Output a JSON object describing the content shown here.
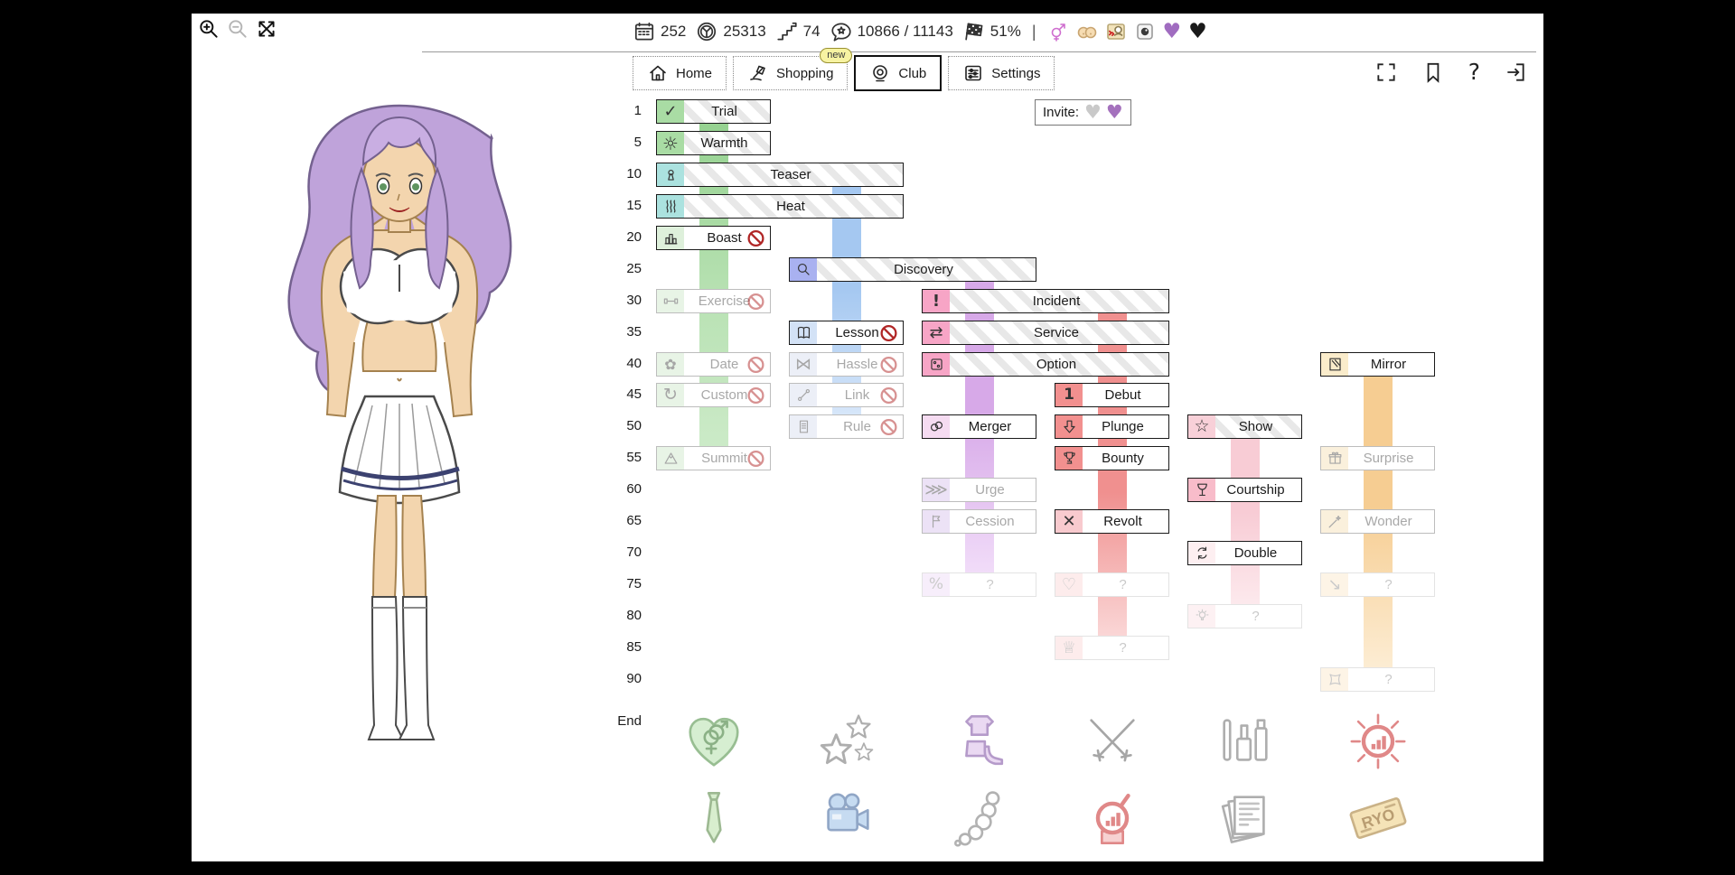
{
  "topbar": {
    "stats": [
      {
        "icon": "calendar-icon",
        "value": "252"
      },
      {
        "icon": "medal-icon",
        "value": "25313"
      },
      {
        "icon": "stairs-icon",
        "value": "74"
      },
      {
        "icon": "speech-star-icon",
        "value": "10866 / 11143"
      },
      {
        "icon": "checkered-flag-icon",
        "value": "51%"
      }
    ],
    "divider": "|",
    "indicators": [
      {
        "icon": "gender-icon"
      },
      {
        "icon": "bust-icon"
      },
      {
        "icon": "portrait-icon"
      },
      {
        "icon": "photo-icon"
      },
      {
        "icon": "purple-heart-icon",
        "glyph": "♥",
        "color": "#a06cc0"
      },
      {
        "icon": "black-heart-icon",
        "glyph": "♥",
        "color": "#1a1a1a"
      }
    ]
  },
  "nav": {
    "items": [
      {
        "label": "Home",
        "icon": "home-icon",
        "selected": false,
        "badge": ""
      },
      {
        "label": "Shopping",
        "icon": "shopping-icon",
        "selected": false,
        "badge": "new"
      },
      {
        "label": "Club",
        "icon": "webcam-icon",
        "selected": true,
        "badge": ""
      },
      {
        "label": "Settings",
        "icon": "settings-icon",
        "selected": false,
        "badge": ""
      }
    ],
    "actions": [
      {
        "icon": "fullscreen-icon"
      },
      {
        "icon": "bookmark-icon"
      },
      {
        "icon": "help-icon",
        "glyph": "?"
      },
      {
        "icon": "exit-icon"
      }
    ]
  },
  "viewer": {
    "controls": [
      {
        "icon": "zoom-in-icon",
        "dim": false
      },
      {
        "icon": "zoom-out-icon",
        "dim": true
      },
      {
        "icon": "fit-icon",
        "dim": false
      }
    ]
  },
  "invite": {
    "label": "Invite:",
    "hearts": [
      {
        "color": "#c9c9c9"
      },
      {
        "color": "#a471bd"
      }
    ]
  },
  "tree": {
    "levels": [
      "1",
      "5",
      "10",
      "15",
      "20",
      "25",
      "30",
      "35",
      "40",
      "45",
      "50",
      "55",
      "60",
      "65",
      "70",
      "75",
      "80",
      "85",
      "90"
    ],
    "end_label": "End",
    "ryo_label": "RYO",
    "nodes": [
      {
        "label": "Trial",
        "icon": "check-icon",
        "row": 0,
        "col": 0,
        "wide": false,
        "style": "striped",
        "icon_bg": "#a9dca4",
        "ban": "none"
      },
      {
        "label": "Warmth",
        "icon": "sun-icon",
        "row": 1,
        "col": 0,
        "wide": false,
        "style": "striped",
        "icon_bg": "#a9dca4",
        "ban": "none"
      },
      {
        "label": "Teaser",
        "icon": "keyhole-icon",
        "row": 2,
        "col": 0,
        "wide": true,
        "style": "striped",
        "icon_bg": "#abe2df",
        "ban": "none"
      },
      {
        "label": "Heat",
        "icon": "waves-icon",
        "row": 3,
        "col": 0,
        "wide": true,
        "style": "striped",
        "icon_bg": "#abe2df",
        "ban": "none"
      },
      {
        "label": "Boast",
        "icon": "bar-chart-icon",
        "row": 4,
        "col": 0,
        "wide": false,
        "style": "plain",
        "icon_bg": "#def0db",
        "ban": "solid"
      },
      {
        "label": "Discovery",
        "icon": "magnifier-icon",
        "row": 5,
        "col": 1,
        "wide": true,
        "style": "striped",
        "icon_bg": "#a9b1f0",
        "ban": "none"
      },
      {
        "label": "Exercise",
        "icon": "dumbbell-icon",
        "row": 6,
        "col": 0,
        "wide": false,
        "style": "disabled",
        "icon_bg": "#e8f4e6",
        "ban": "faded"
      },
      {
        "label": "Incident",
        "icon": "exclamation-icon",
        "row": 6,
        "col": 2,
        "wide": true,
        "style": "striped",
        "icon_bg": "#f7a5c6",
        "ban": "none"
      },
      {
        "label": "Lesson",
        "icon": "book-icon",
        "row": 7,
        "col": 1,
        "wide": false,
        "style": "plain",
        "icon_bg": "#d3e2f6",
        "ban": "solid"
      },
      {
        "label": "Service",
        "icon": "swap-icon",
        "row": 7,
        "col": 2,
        "wide": true,
        "style": "striped",
        "icon_bg": "#f7a5c6",
        "ban": "none"
      },
      {
        "label": "Date",
        "icon": "flower-icon",
        "row": 8,
        "col": 0,
        "wide": false,
        "style": "disabled",
        "icon_bg": "#e8f4e6",
        "ban": "faded"
      },
      {
        "label": "Hassle",
        "icon": "bowtie-icon",
        "row": 8,
        "col": 1,
        "wide": false,
        "style": "disabled",
        "icon_bg": "#eceff7",
        "ban": "faded"
      },
      {
        "label": "Option",
        "icon": "dice-icon",
        "row": 8,
        "col": 2,
        "wide": true,
        "style": "striped",
        "icon_bg": "#f7a5c6",
        "ban": "none"
      },
      {
        "label": "Mirror",
        "icon": "mirror-icon",
        "row": 8,
        "col": 5,
        "wide": false,
        "style": "plain",
        "icon_bg": "#faeccb",
        "ban": "none"
      },
      {
        "label": "Custom",
        "icon": "refresh-icon",
        "row": 9,
        "col": 0,
        "wide": false,
        "style": "disabled",
        "icon_bg": "#e8f4e6",
        "ban": "faded"
      },
      {
        "label": "Link",
        "icon": "link-icon",
        "row": 9,
        "col": 1,
        "wide": false,
        "style": "disabled",
        "icon_bg": "#eceff7",
        "ban": "faded"
      },
      {
        "label": "Debut",
        "icon": "number-one-icon",
        "row": 9,
        "col": 3,
        "wide": false,
        "style": "plain",
        "icon_bg": "#f2908f",
        "ban": "none"
      },
      {
        "label": "Rule",
        "icon": "scroll-icon",
        "row": 10,
        "col": 1,
        "wide": false,
        "style": "disabled",
        "icon_bg": "#eceff7",
        "ban": "faded"
      },
      {
        "label": "Merger",
        "icon": "merge-icon",
        "row": 10,
        "col": 2,
        "wide": false,
        "style": "plain",
        "icon_bg": "#f5dbf1",
        "ban": "none"
      },
      {
        "label": "Plunge",
        "icon": "down-arrow-icon",
        "row": 10,
        "col": 3,
        "wide": false,
        "style": "plain",
        "icon_bg": "#f2908f",
        "ban": "none"
      },
      {
        "label": "Show",
        "icon": "star-icon",
        "row": 10,
        "col": 4,
        "wide": false,
        "style": "striped",
        "icon_bg": "#f8d0d8",
        "ban": "none"
      },
      {
        "label": "Summit",
        "icon": "mountain-icon",
        "row": 11,
        "col": 0,
        "wide": false,
        "style": "disabled",
        "icon_bg": "#e8f4e6",
        "ban": "faded"
      },
      {
        "label": "Bounty",
        "icon": "trophy-icon",
        "row": 11,
        "col": 3,
        "wide": false,
        "style": "plain",
        "icon_bg": "#f2908f",
        "ban": "none"
      },
      {
        "label": "Surprise",
        "icon": "gift-icon",
        "row": 11,
        "col": 5,
        "wide": false,
        "style": "disabled",
        "icon_bg": "#faf0dc",
        "ban": "none"
      },
      {
        "label": "Urge",
        "icon": "chevrons-icon",
        "row": 12,
        "col": 2,
        "wide": false,
        "style": "disabled",
        "icon_bg": "#ece2f6",
        "ban": "none"
      },
      {
        "label": "Courtship",
        "icon": "wine-glass-icon",
        "row": 12,
        "col": 4,
        "wide": false,
        "style": "plain",
        "icon_bg": "#f8bcca",
        "ban": "none"
      },
      {
        "label": "Cession",
        "icon": "pennant-icon",
        "row": 13,
        "col": 2,
        "wide": false,
        "style": "disabled",
        "icon_bg": "#ece2f6",
        "ban": "none"
      },
      {
        "label": "Revolt",
        "icon": "cross-icon",
        "row": 13,
        "col": 3,
        "wide": false,
        "style": "plain",
        "icon_bg": "#f8cace",
        "ban": "none"
      },
      {
        "label": "Wonder",
        "icon": "wand-icon",
        "row": 13,
        "col": 5,
        "wide": false,
        "style": "disabled",
        "icon_bg": "#faf0dc",
        "ban": "none"
      },
      {
        "label": "Double",
        "icon": "loop-icon",
        "row": 14,
        "col": 4,
        "wide": false,
        "style": "plain",
        "icon_bg": "#fdeff1",
        "ban": "none"
      },
      {
        "label": "?",
        "icon": "percent-icon",
        "row": 15,
        "col": 2,
        "wide": false,
        "style": "unknown",
        "icon_bg": "#f7eefb",
        "ban": "none"
      },
      {
        "label": "?",
        "icon": "heart-outline-icon",
        "row": 15,
        "col": 3,
        "wide": false,
        "style": "unknown",
        "icon_bg": "#fdecec",
        "ban": "none"
      },
      {
        "label": "?",
        "icon": "trend-down-icon",
        "row": 15,
        "col": 5,
        "wide": false,
        "style": "unknown",
        "icon_bg": "#fdf4e6",
        "ban": "none"
      },
      {
        "label": "?",
        "icon": "bulb-icon",
        "row": 16,
        "col": 4,
        "wide": false,
        "style": "unknown",
        "icon_bg": "#fdf1f3",
        "ban": "none"
      },
      {
        "label": "?",
        "icon": "crown-icon",
        "row": 17,
        "col": 3,
        "wide": false,
        "style": "unknown",
        "icon_bg": "#fdecec",
        "ban": "none"
      },
      {
        "label": "?",
        "icon": "pillow-icon",
        "row": 18,
        "col": 5,
        "wide": false,
        "style": "unknown",
        "icon_bg": "#fdf4e6",
        "ban": "none"
      }
    ],
    "connectors": [
      {
        "col": 0,
        "from": 0,
        "to": 11,
        "stops": [
          "#93d18e",
          "#b9e2b4 55%",
          "#cdebc9"
        ]
      },
      {
        "col": 1,
        "from": 2,
        "to": 10,
        "stops": [
          "#a5c8f1",
          "#a5c8f1 45%",
          "#dbe9fa"
        ]
      },
      {
        "col": 2,
        "from": 5,
        "to": 15,
        "stops": [
          "#d7a9e8",
          "#d7a9e8 45%",
          "#f3e0fa"
        ]
      },
      {
        "col": 3,
        "from": 6,
        "to": 17,
        "stops": [
          "#f0908f",
          "#f0908f 55%",
          "#fbdcdc"
        ]
      },
      {
        "col": 4,
        "from": 10,
        "to": 16,
        "stops": [
          "#f8ccd5",
          "#f8ccd5 45%",
          "#fdedf0"
        ]
      },
      {
        "col": 5,
        "from": 8,
        "to": 18,
        "stops": [
          "#f6cd92",
          "#f6cd92 45%",
          "#fdefd8"
        ]
      }
    ],
    "end_rewards": [
      {
        "icon": "heart-gender-icon",
        "col": 0,
        "tier": 0
      },
      {
        "icon": "stars-icon",
        "col": 1,
        "tier": 0
      },
      {
        "icon": "outfit-icon",
        "col": 2,
        "tier": 0
      },
      {
        "icon": "swords-icon",
        "col": 3,
        "tier": 0
      },
      {
        "icon": "cosmetics-icon",
        "col": 4,
        "tier": 0
      },
      {
        "icon": "sun-mirror-icon",
        "col": 5,
        "tier": 0
      },
      {
        "icon": "tie-icon",
        "col": 0,
        "tier": 1
      },
      {
        "icon": "camera-icon",
        "col": 1,
        "tier": 1
      },
      {
        "icon": "beads-icon",
        "col": 2,
        "tier": 1
      },
      {
        "icon": "chart-magnifier-icon",
        "col": 3,
        "tier": 1
      },
      {
        "icon": "papers-icon",
        "col": 4,
        "tier": 1
      },
      {
        "icon": "ryo-icon",
        "col": 5,
        "tier": 1
      }
    ]
  }
}
